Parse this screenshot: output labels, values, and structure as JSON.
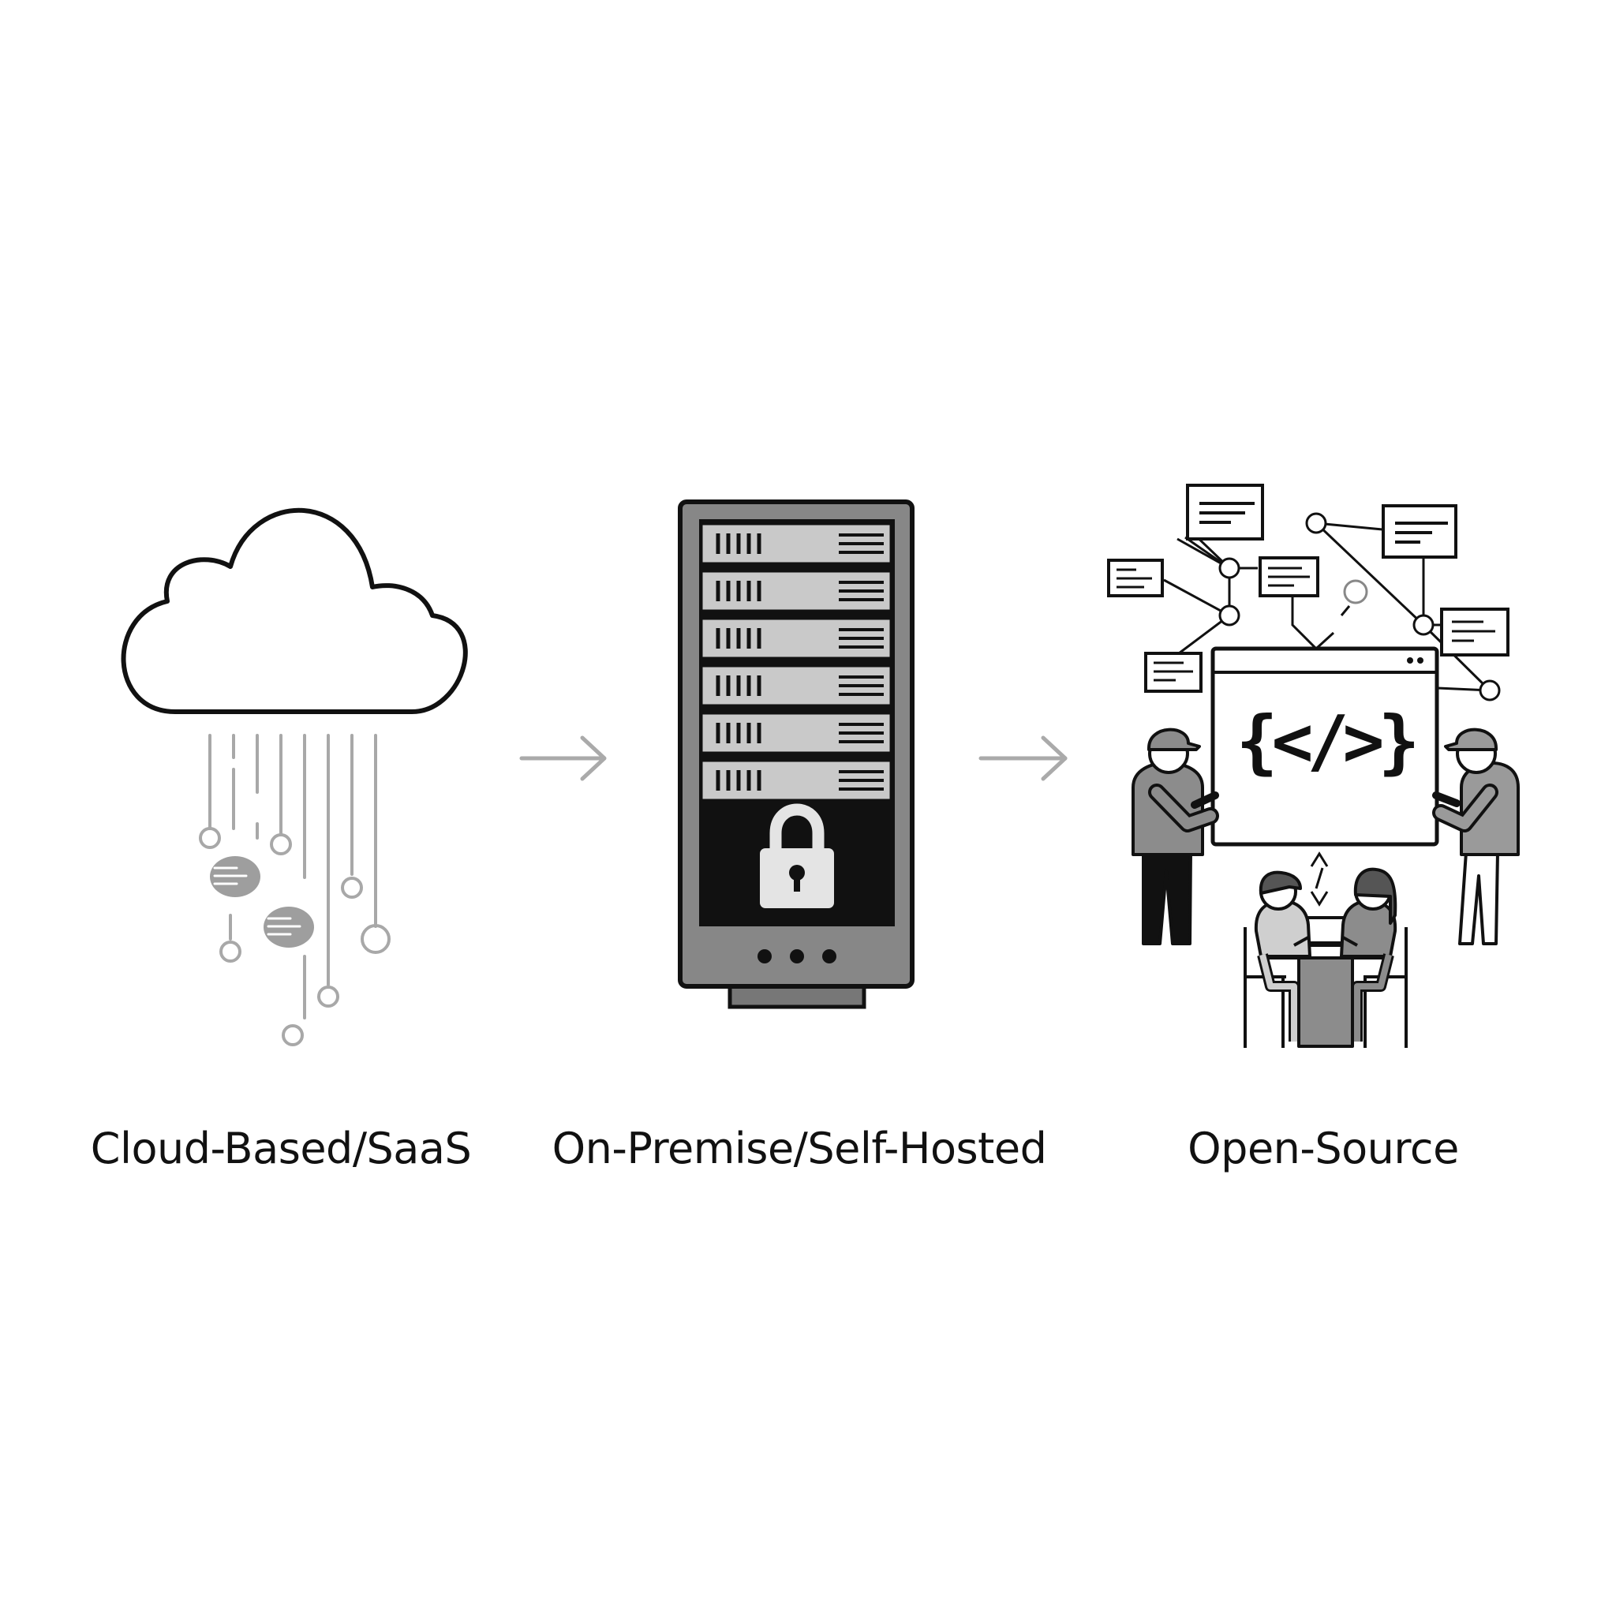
{
  "stages": [
    {
      "label": "Cloud-Based/SaaS",
      "icon": "cloud-icon"
    },
    {
      "label": "On-Premise/Self-Hosted",
      "icon": "server-rack-icon"
    },
    {
      "label": "Open-Source",
      "icon": "open-source-community-icon"
    }
  ],
  "code_symbol": "{</>}",
  "colors": {
    "ink": "#111111",
    "gray_light": "#c8c8c8",
    "gray_mid": "#8c8c8c",
    "arrow": "#aaaaaa"
  }
}
